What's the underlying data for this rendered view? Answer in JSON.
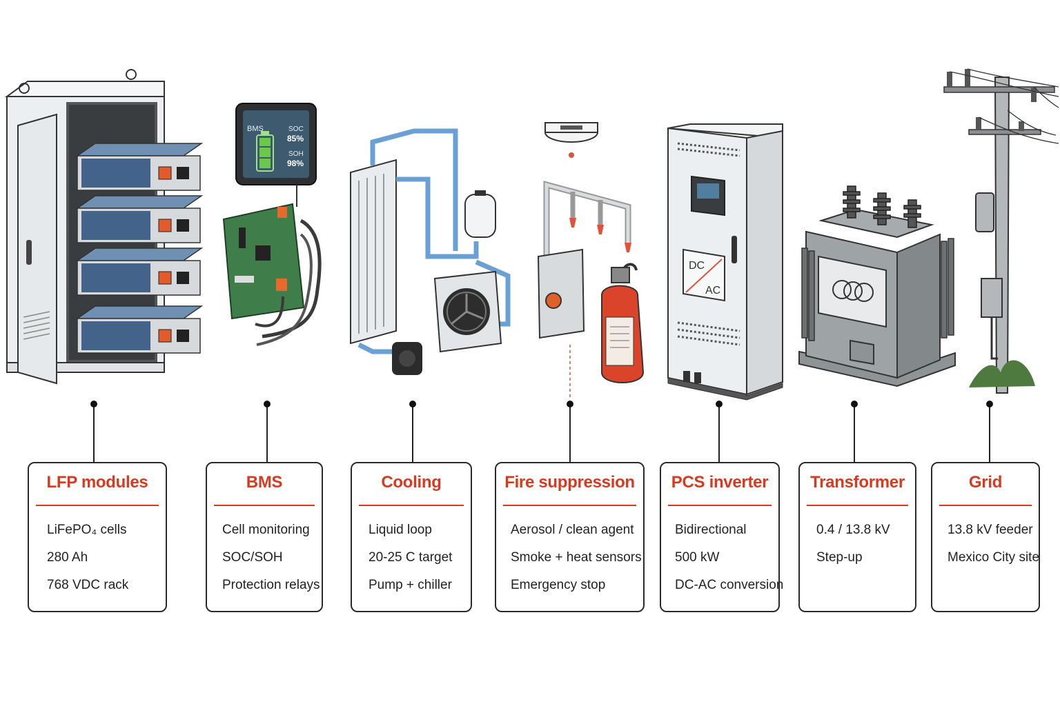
{
  "accent_color": "#d83a1f",
  "components": [
    {
      "title": "LFP modules",
      "lines": [
        "LiFePO₄ cells",
        "280 Ah",
        "768 VDC rack"
      ]
    },
    {
      "title": "BMS",
      "lines": [
        "Cell monitoring",
        "SOC/SOH",
        "Protection relays"
      ]
    },
    {
      "title": "Cooling",
      "lines": [
        "Liquid loop",
        "20-25 C target",
        "Pump + chiller"
      ]
    },
    {
      "title": "Fire suppression",
      "lines": [
        "Aerosol / clean agent",
        "Smoke + heat sensors",
        "Emergency stop"
      ]
    },
    {
      "title": "PCS inverter",
      "lines": [
        "Bidirectional",
        "500 kW",
        "DC-AC conversion"
      ]
    },
    {
      "title": "Transformer",
      "lines": [
        "0.4 / 13.8 kV",
        "Step-up"
      ]
    },
    {
      "title": "Grid",
      "lines": [
        "13.8 kV feeder",
        "Mexico City site"
      ]
    }
  ],
  "bms_screen": {
    "label": "BMS",
    "soc_label": "SOC",
    "soc_value": "85%",
    "soh_label": "SOH",
    "soh_value": "98%"
  },
  "pcs_panel": {
    "dc": "DC",
    "ac": "AC"
  }
}
